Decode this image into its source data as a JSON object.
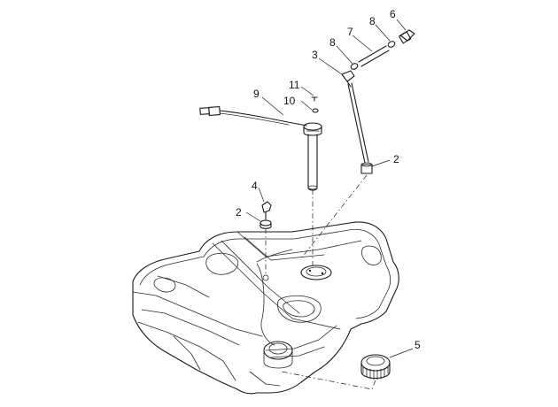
{
  "callouts": {
    "c1": "6",
    "c2": "8",
    "c3": "7",
    "c4": "8",
    "c5": "3",
    "c6": "11",
    "c7": "10",
    "c8": "9",
    "c9": "2",
    "c10": "4",
    "c11": "2",
    "c12": "5"
  }
}
